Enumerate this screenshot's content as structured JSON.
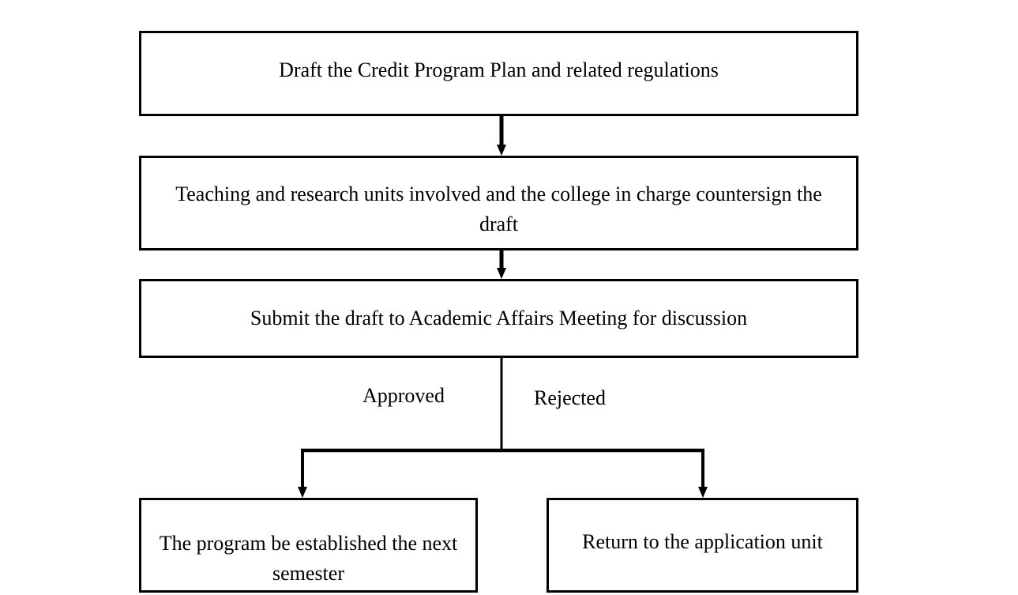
{
  "colors": {
    "background": "#ffffff",
    "line": "#000000",
    "text": "#000000"
  },
  "flowchart": {
    "type": "flowchart",
    "nodes": {
      "draft": {
        "text": "Draft the Credit Program Plan and related regulations"
      },
      "countersign": {
        "text": "Teaching and research units involved and the college in charge countersign the draft"
      },
      "submit": {
        "text": "Submit the draft to Academic Affairs Meeting for discussion"
      },
      "established": {
        "text": "The program be established the next semester"
      },
      "return": {
        "text": "Return to the application unit"
      }
    },
    "edges": [
      {
        "from": "draft",
        "to": "countersign",
        "label": ""
      },
      {
        "from": "countersign",
        "to": "submit",
        "label": ""
      },
      {
        "from": "submit",
        "to": "established",
        "label": "Approved"
      },
      {
        "from": "submit",
        "to": "return",
        "label": "Rejected"
      }
    ]
  }
}
